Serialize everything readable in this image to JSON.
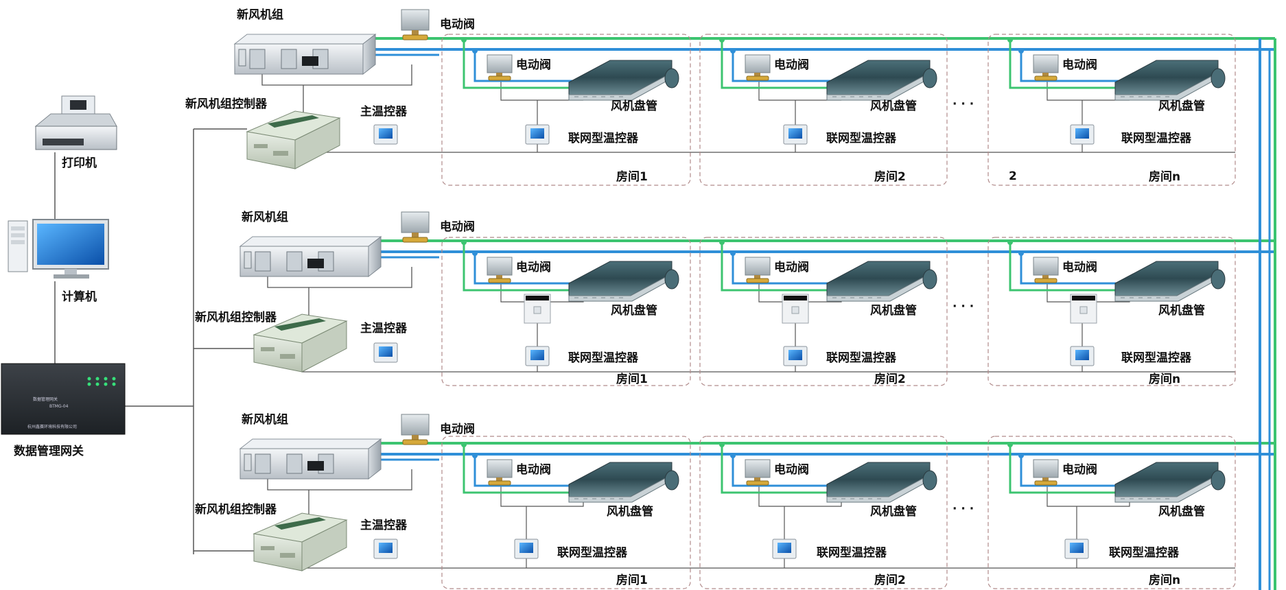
{
  "devices": {
    "printer": "打印机",
    "computer": "计算机",
    "gateway": "数据管理网关",
    "gateway_screen_title": "数据管理网关",
    "gateway_screen_model": "BTMG-04",
    "gateway_screen_company": "杭州鑫赛环境科技有限公司"
  },
  "systems": [
    {
      "fresh_air_unit": "新风机组",
      "fresh_air_controller": "新风机组控制器",
      "main_valve": "电动阀",
      "main_thermostat": "主温控器",
      "rooms": [
        {
          "valve": "电动阀",
          "coil": "风机盘管",
          "thermostat": "联网型温控器",
          "room": "房间1"
        },
        {
          "valve": "电动阀",
          "coil": "风机盘管",
          "thermostat": "联网型温控器",
          "room": "房间2"
        },
        {
          "valve": "电动阀",
          "coil": "风机盘管",
          "thermostat": "联网型温控器",
          "room": "房间n",
          "extra": "2"
        }
      ],
      "ellipsis": "· · ·"
    },
    {
      "fresh_air_unit": "新风机组",
      "fresh_air_controller": "新风机组控制器",
      "main_valve": "电动阀",
      "main_thermostat": "主温控器",
      "rooms": [
        {
          "valve": "电动阀",
          "coil": "风机盘管",
          "thermostat": "联网型温控器",
          "room": "房间1"
        },
        {
          "valve": "电动阀",
          "coil": "风机盘管",
          "thermostat": "联网型温控器",
          "room": "房间2"
        },
        {
          "valve": "电动阀",
          "coil": "风机盘管",
          "thermostat": "联网型温控器",
          "room": "房间n"
        }
      ],
      "ellipsis": "· · ·"
    },
    {
      "fresh_air_unit": "新风机组",
      "fresh_air_controller": "新风机组控制器",
      "main_valve": "电动阀",
      "main_thermostat": "主温控器",
      "rooms": [
        {
          "valve": "电动阀",
          "coil": "风机盘管",
          "thermostat": "联网型温控器",
          "room": "房间1"
        },
        {
          "valve": "电动阀",
          "coil": "风机盘管",
          "thermostat": "联网型温控器",
          "room": "房间2"
        },
        {
          "valve": "电动阀",
          "coil": "风机盘管",
          "thermostat": "联网型温控器",
          "room": "房间n"
        }
      ],
      "ellipsis": "· · ·"
    }
  ],
  "colors": {
    "pipe_blue": "#2f8fd8",
    "pipe_green": "#3cc470",
    "wire": "#555555",
    "room_border": "#b08a8a"
  }
}
